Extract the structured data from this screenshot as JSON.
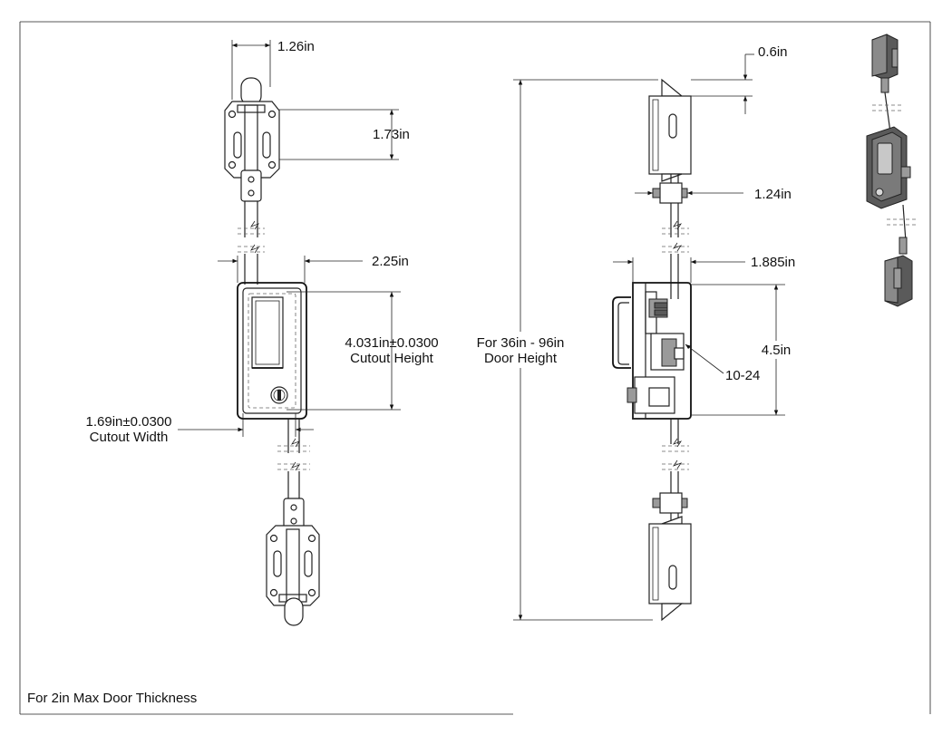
{
  "dimensions": {
    "top_keeper_width": "1.26in",
    "top_keeper_hole_spacing": "1.73in",
    "handle_width": "2.25in",
    "cutout_height_value": "4.031in±0.0300",
    "cutout_height_label": "Cutout Height",
    "cutout_width_value": "1.69in±0.0300",
    "cutout_width_label": "Cutout Width",
    "door_height_range": "For 36in - 96in",
    "door_height_label": "Door Height",
    "flange_offset": "0.6in",
    "guide_offset": "1.24in",
    "body_depth": "1.885in",
    "body_height": "4.5in",
    "screw_thread": "10-24"
  },
  "footer": {
    "note": "For 2in Max Door Thickness"
  }
}
